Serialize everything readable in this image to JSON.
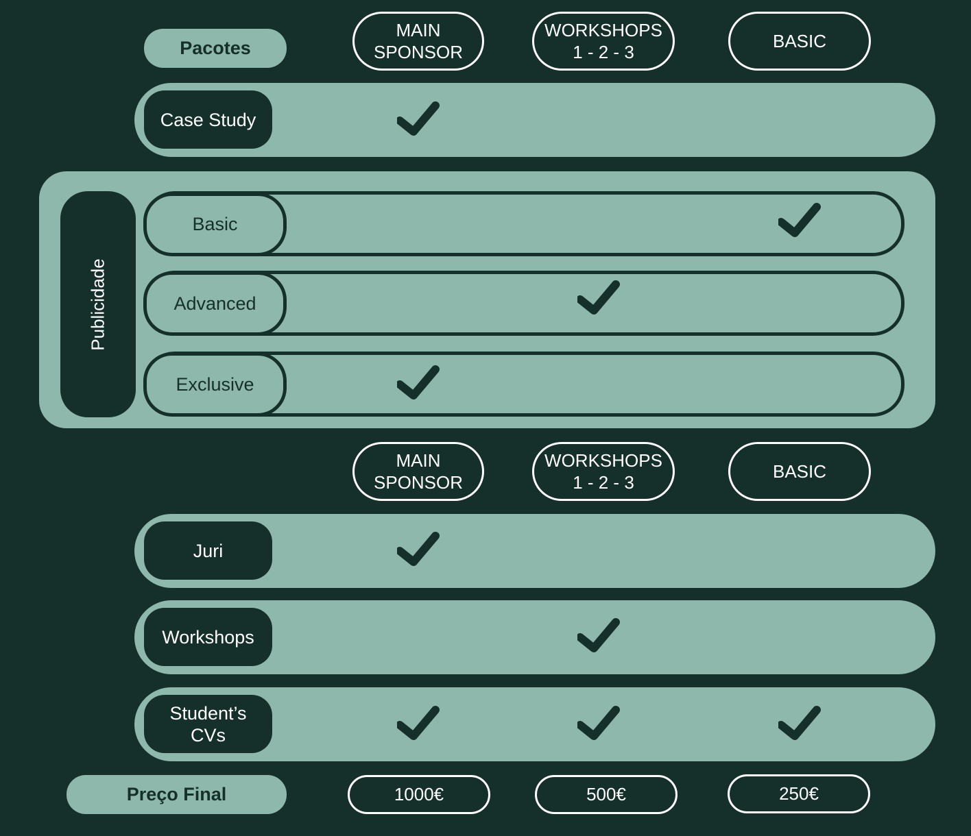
{
  "header": {
    "packages_label": "Pacotes",
    "columns": [
      "MAIN\nSPONSOR",
      "WORKSHOPS\n1 - 2 - 3",
      "BASIC"
    ]
  },
  "rows": {
    "case_study": "Case Study",
    "juri": "Juri",
    "workshops": "Workshops",
    "student_cvs": "Student’s\nCVs"
  },
  "publicidade": {
    "group_label": "Publicidade",
    "basic": "Basic",
    "advanced": "Advanced",
    "exclusive": "Exclusive"
  },
  "footer": {
    "price_label": "Preço Final",
    "prices": [
      "1000€",
      "500€",
      "250€"
    ]
  },
  "colors": {
    "background": "#15302a",
    "band": "#8fb8ac",
    "outline": "#ffffff"
  },
  "icons": {
    "check": "checkmark-icon"
  }
}
